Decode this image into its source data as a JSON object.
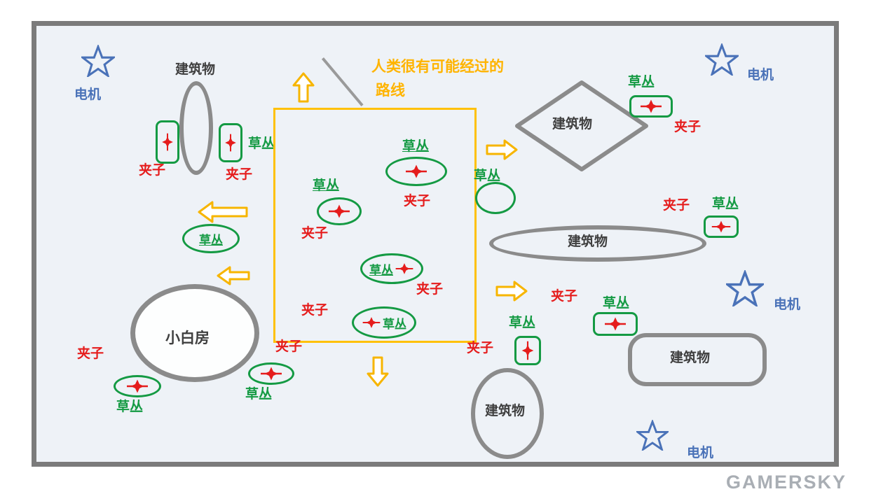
{
  "page": {
    "watermark": "GAMERSKY"
  },
  "labels": {
    "generator": "电机",
    "building": "建筑物",
    "grass": "草丛",
    "trap": "夹子",
    "white_house": "小白房"
  },
  "route": {
    "line1": "人类很有可能经过的",
    "line2": "路线"
  },
  "colors": {
    "grass_green": "#149a43",
    "trap_red": "#e51c1c",
    "route_yellow": "#ffc107",
    "generator_blue": "#4a72b8",
    "building_gray": "#8b8b8b",
    "frame_gray": "#7b7b7b",
    "map_background": "#eef2f7"
  }
}
